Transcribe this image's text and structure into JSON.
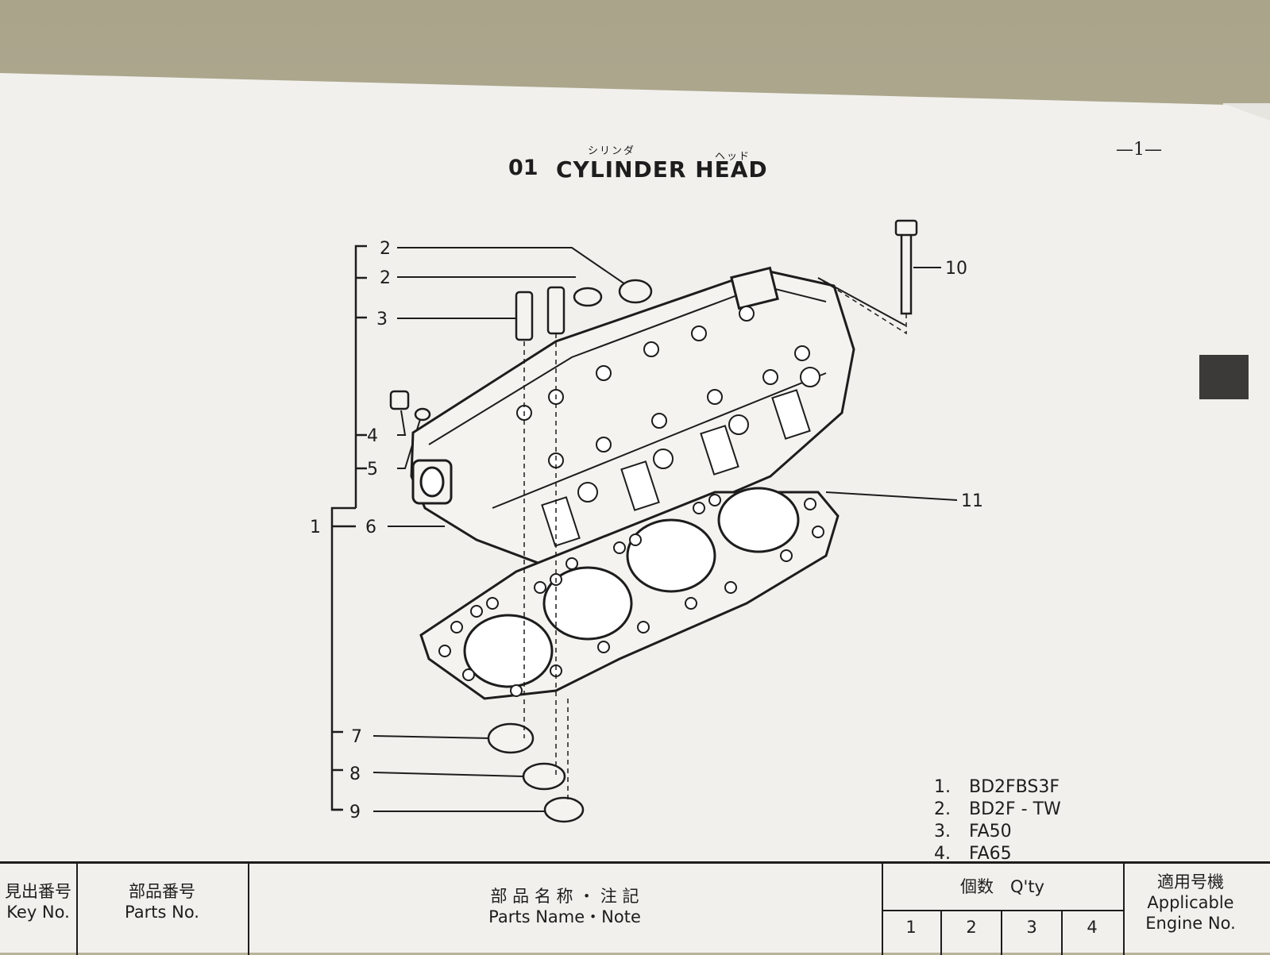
{
  "page": {
    "page_number": "—1—",
    "section_number": "01",
    "section_title": "CYLINDER HEAD",
    "ruby_cylinder": "シリンダ",
    "ruby_head": "ヘッド"
  },
  "callouts": {
    "c1": "1",
    "c2a": "2",
    "c2b": "2",
    "c3": "3",
    "c4": "4",
    "c5": "5",
    "c6": "6",
    "c7": "7",
    "c8": "8",
    "c9": "9",
    "c10": "10",
    "c11": "11"
  },
  "engines": [
    {
      "num": "1.",
      "model": "BD2FBS3F"
    },
    {
      "num": "2.",
      "model": "BD2F - TW"
    },
    {
      "num": "3.",
      "model": "FA50"
    },
    {
      "num": "4.",
      "model": "FA65"
    }
  ],
  "table": {
    "key_no_jp": "見出番号",
    "key_no_en": "Key No.",
    "parts_no_jp": "部品番号",
    "parts_no_en": "Parts No.",
    "parts_name_jp": "部 品 名 称 ・ 注 記",
    "parts_name_en": "Parts Name・Note",
    "qty_label": "個数　Q'ty",
    "qty_cols": [
      "1",
      "2",
      "3",
      "4"
    ],
    "engine_jp": "適用号機",
    "engine_en_1": "Applicable",
    "engine_en_2": "Engine No."
  }
}
